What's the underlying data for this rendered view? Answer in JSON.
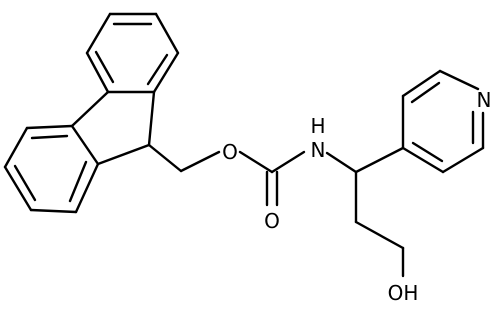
{
  "molecule": {
    "atom_labels": {
      "ether_oxygen": "O",
      "carbonyl_oxygen": "O",
      "amide_nitrogen": "H\nN",
      "nh_hydrogen": "H",
      "nh_nitrogen": "N",
      "pyridine_nitrogen": "N",
      "hydroxyl": "OH"
    }
  }
}
